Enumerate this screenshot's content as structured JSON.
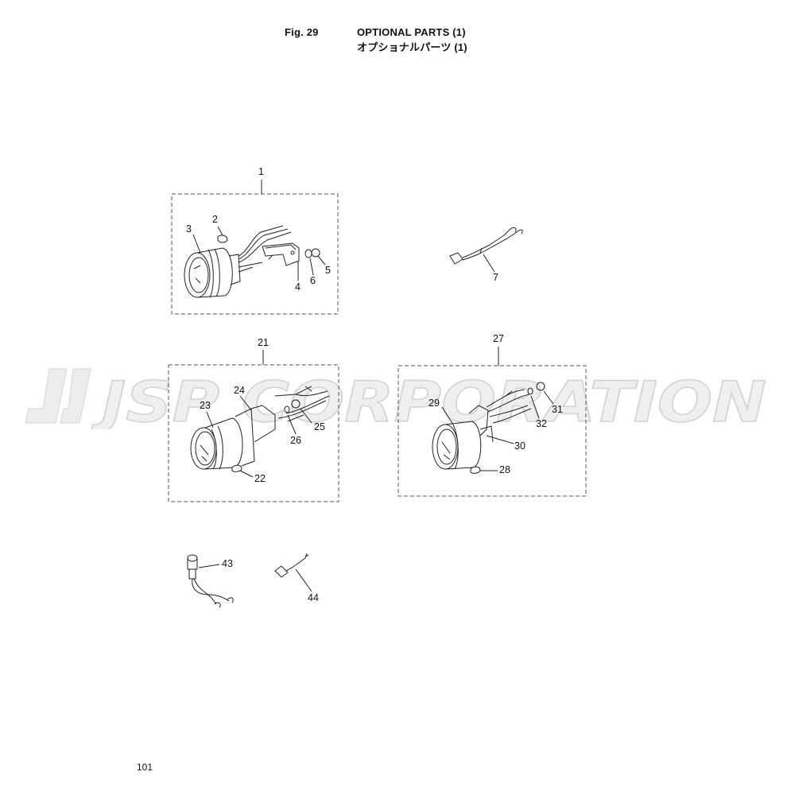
{
  "header": {
    "figure": "Fig. 29",
    "title_en": "OPTIONAL PARTS (1)",
    "title_jp": "オプショナルパーツ (1)"
  },
  "watermark": {
    "text": "JSP CORPORATION",
    "color": "#d9d9d9"
  },
  "footer": {
    "page_number": "101"
  },
  "callouts": {
    "c1": "1",
    "c2": "2",
    "c3": "3",
    "c4": "4",
    "c5": "5",
    "c6": "6",
    "c7": "7",
    "c21": "21",
    "c22": "22",
    "c23": "23",
    "c24": "24",
    "c25": "25",
    "c26": "26",
    "c27": "27",
    "c28": "28",
    "c29": "29",
    "c30": "30",
    "c31": "31",
    "c32": "32",
    "c43": "43",
    "c44": "44"
  }
}
